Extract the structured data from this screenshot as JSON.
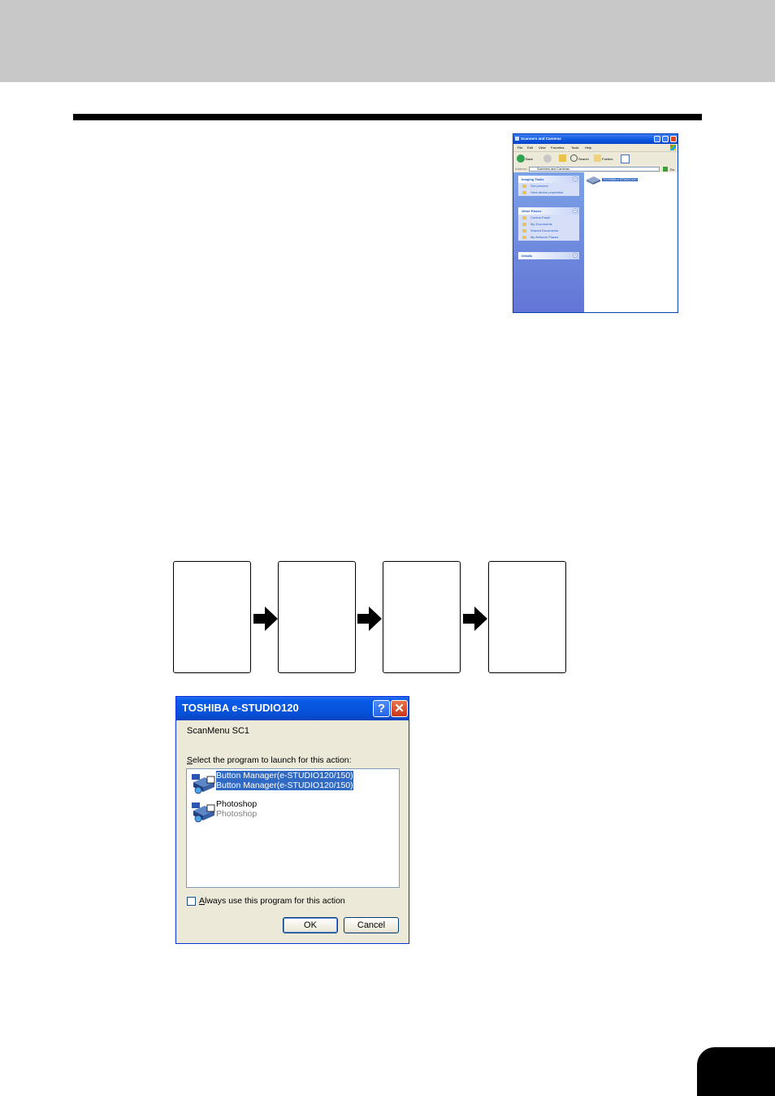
{
  "explorer": {
    "title": "Scanners and Cameras",
    "menu": [
      "File",
      "Edit",
      "View",
      "Favorites",
      "Tools",
      "Help"
    ],
    "toolbar": {
      "back": "Back",
      "search": "Search",
      "folders": "Folders"
    },
    "address_label": "Address",
    "address_value": "Scanners and Cameras",
    "go": "Go",
    "panels": [
      {
        "title": "Imaging Tasks",
        "items": [
          "Get pictures",
          "View device properties"
        ]
      },
      {
        "title": "Other Places",
        "items": [
          "Control Panel",
          "My Documents",
          "Shared Documents",
          "My Network Places"
        ]
      },
      {
        "title": "Details",
        "items": []
      }
    ],
    "device_label": "TOSHIBA e-STUDIO120"
  },
  "dialog": {
    "title": "TOSHIBA e-STUDIO120",
    "help_glyph": "?",
    "close_glyph": "✕",
    "caption": "ScanMenu SC1",
    "prompt_accel": "S",
    "prompt_rest": "elect the program to launch for this action:",
    "items": [
      {
        "name": "Button Manager(e-STUDIO120/150)",
        "sub": "Button Manager(e-STUDIO120/150)",
        "selected": true
      },
      {
        "name": "Photoshop",
        "sub": "Photoshop",
        "selected": false
      }
    ],
    "checkbox_accel": "A",
    "checkbox_rest": "lways use this program for this action",
    "checkbox_checked": false,
    "ok_label": "OK",
    "cancel_label": "Cancel"
  }
}
